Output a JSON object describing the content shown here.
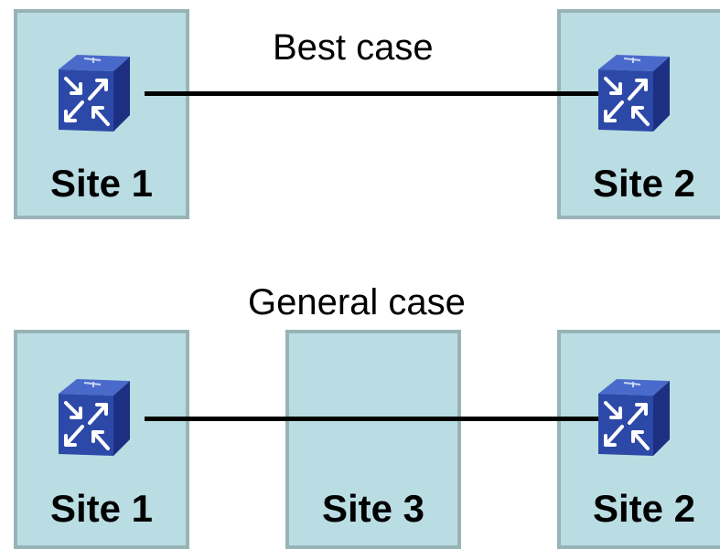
{
  "best_case": {
    "title": "Best case",
    "sites": [
      {
        "label": "Site 1"
      },
      {
        "label": "Site 2"
      }
    ]
  },
  "general_case": {
    "title": "General case",
    "sites": [
      {
        "label": "Site 1"
      },
      {
        "label": "Site 3"
      },
      {
        "label": "Site 2"
      }
    ]
  },
  "icons": {
    "router": "router-icon"
  },
  "colors": {
    "site_fill": "#b9dde2",
    "site_border": "#98b3b6",
    "router_front": "#2d49a8",
    "router_side": "#1c2f82",
    "router_top": "#4a6acb",
    "link": "#000000"
  }
}
